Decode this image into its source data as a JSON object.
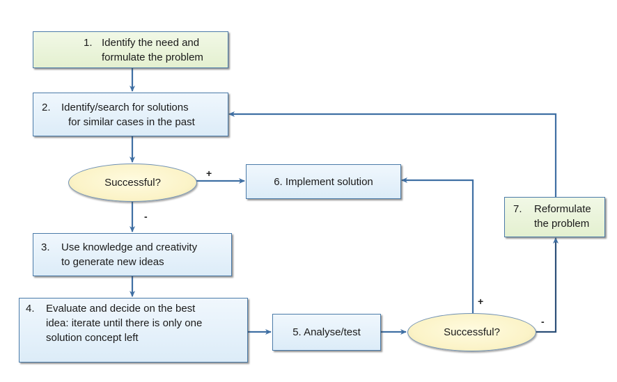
{
  "diagram": {
    "title": "",
    "colors": {
      "arrow": "#3f6fa3",
      "box_border": "#4a7aa8",
      "green_fill": "#e8f3d8",
      "blue_fill": "#e3f0fa",
      "decision_fill": "#fbf3c7"
    },
    "steps": [
      {
        "id": "step1",
        "number": "1.",
        "lines": [
          "Identify the need and",
          "formulate the problem"
        ],
        "fill": "green"
      },
      {
        "id": "step2",
        "number": "2.",
        "lines": [
          "Identify/search for solutions",
          "for similar cases in the past"
        ],
        "fill": "blue"
      },
      {
        "id": "step3",
        "number": "3.",
        "lines": [
          "Use knowledge and creativity",
          "to generate new ideas"
        ],
        "fill": "blue"
      },
      {
        "id": "step4",
        "number": "4.",
        "lines": [
          "Evaluate and decide on the best",
          "idea: iterate until there is only one",
          "solution concept left"
        ],
        "fill": "blue"
      },
      {
        "id": "step5",
        "label": "5. Analyse/test",
        "fill": "blue"
      },
      {
        "id": "step6",
        "label": "6. Implement solution",
        "fill": "blue"
      },
      {
        "id": "step7",
        "number": "7.",
        "lines": [
          "Reformulate",
          "the problem"
        ],
        "fill": "green"
      }
    ],
    "decisions": [
      {
        "id": "decision1",
        "label": "Successful?",
        "yes_label": "+",
        "no_label": "-"
      },
      {
        "id": "decision2",
        "label": "Successful?",
        "yes_label": "+",
        "no_label": "-"
      }
    ],
    "edges": [
      {
        "from": "step1",
        "to": "step2",
        "label": ""
      },
      {
        "from": "step2",
        "to": "decision1",
        "label": ""
      },
      {
        "from": "decision1",
        "to": "step6",
        "label": "+"
      },
      {
        "from": "decision1",
        "to": "step3",
        "label": "-"
      },
      {
        "from": "step3",
        "to": "step4",
        "label": ""
      },
      {
        "from": "step4",
        "to": "step5",
        "label": ""
      },
      {
        "from": "step5",
        "to": "decision2",
        "label": ""
      },
      {
        "from": "decision2",
        "to": "step6",
        "label": "+"
      },
      {
        "from": "decision2",
        "to": "step7",
        "label": "-"
      },
      {
        "from": "step7",
        "to": "step2",
        "label": ""
      }
    ]
  }
}
